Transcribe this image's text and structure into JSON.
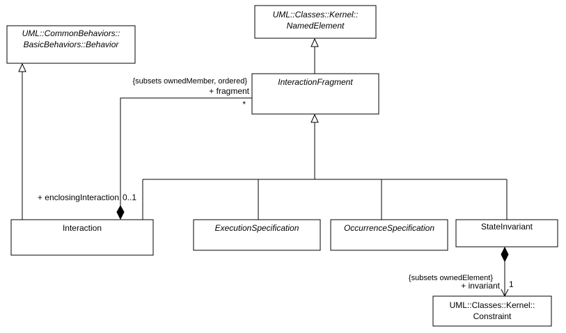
{
  "classes": {
    "behavior": {
      "line1": "UML::CommonBehaviors::",
      "line2": "BasicBehaviors::Behavior"
    },
    "named_element": {
      "line1": "UML::Classes::Kernel::",
      "line2": "NamedElement"
    },
    "interaction_fragment": {
      "name": "InteractionFragment"
    },
    "interaction": {
      "name": "Interaction"
    },
    "execution_specification": {
      "name": "ExecutionSpecification"
    },
    "occurrence_specification": {
      "name": "OccurrenceSpecification"
    },
    "state_invariant": {
      "name": "StateInvariant"
    },
    "constraint": {
      "line1": "UML::Classes::Kernel::",
      "line2": "Constraint"
    }
  },
  "associations": {
    "fragment": {
      "constraint": "{subsets ownedMember, ordered}",
      "role": "+ fragment",
      "multiplicity": "*"
    },
    "enclosing": {
      "role": "+ enclosingInteraction",
      "multiplicity": "0..1"
    },
    "invariant": {
      "constraint": "{subsets ownedElement}",
      "role": "+ invariant",
      "multiplicity": "1"
    }
  }
}
